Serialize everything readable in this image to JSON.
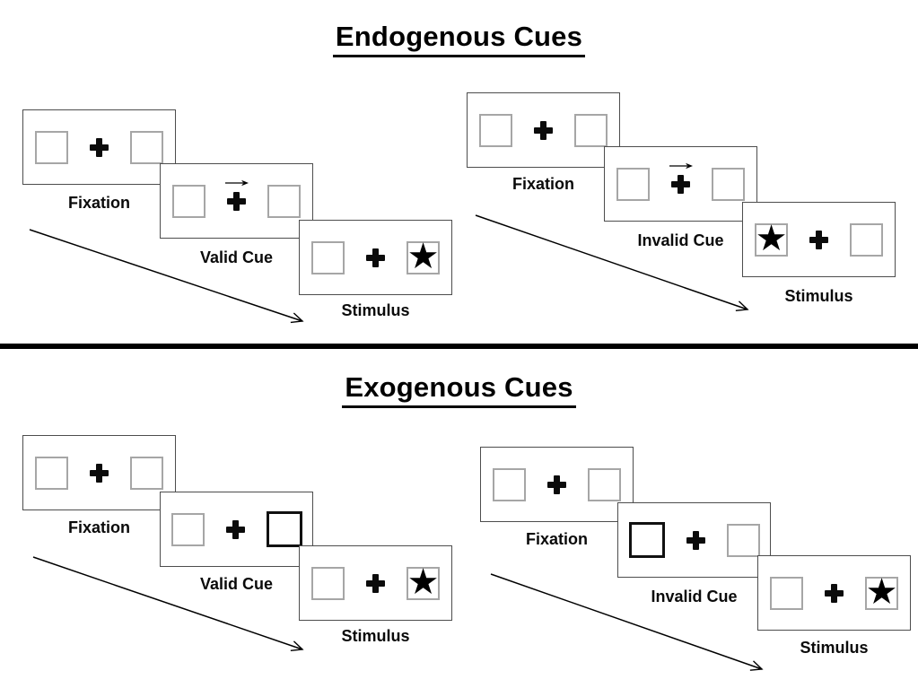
{
  "diagram": {
    "sections": [
      {
        "title": "Endogenous Cues",
        "sequences": [
          {
            "type": "valid-trial",
            "panels": [
              {
                "label": "Fixation",
                "left_box": "empty",
                "center": "fixation-cross",
                "right_box": "empty"
              },
              {
                "label": "Valid Cue",
                "left_box": "empty",
                "center": "fixation-cross-with-right-arrow",
                "right_box": "empty"
              },
              {
                "label": "Stimulus",
                "left_box": "empty",
                "center": "fixation-cross",
                "right_box": "star"
              }
            ]
          },
          {
            "type": "invalid-trial",
            "panels": [
              {
                "label": "Fixation",
                "left_box": "empty",
                "center": "fixation-cross",
                "right_box": "empty"
              },
              {
                "label": "Invalid Cue",
                "left_box": "empty",
                "center": "fixation-cross-with-right-arrow",
                "right_box": "empty"
              },
              {
                "label": "Stimulus",
                "left_box": "star",
                "center": "fixation-cross",
                "right_box": "empty"
              }
            ]
          }
        ]
      },
      {
        "title": "Exogenous Cues",
        "sequences": [
          {
            "type": "valid-trial",
            "panels": [
              {
                "label": "Fixation",
                "left_box": "empty",
                "center": "fixation-cross",
                "right_box": "empty"
              },
              {
                "label": "Valid Cue",
                "left_box": "empty",
                "center": "fixation-cross",
                "right_box": "thick-outline"
              },
              {
                "label": "Stimulus",
                "left_box": "empty",
                "center": "fixation-cross",
                "right_box": "star"
              }
            ]
          },
          {
            "type": "invalid-trial",
            "panels": [
              {
                "label": "Fixation",
                "left_box": "empty",
                "center": "fixation-cross",
                "right_box": "empty"
              },
              {
                "label": "Invalid Cue",
                "left_box": "thick-outline",
                "center": "fixation-cross",
                "right_box": "empty"
              },
              {
                "label": "Stimulus",
                "left_box": "empty",
                "center": "fixation-cross",
                "right_box": "star"
              }
            ]
          }
        ]
      }
    ]
  },
  "icons": {
    "target_star": "★",
    "fixation_cross": "heavy-plus-cross",
    "cue_arrow": "right-arrow"
  },
  "colors": {
    "background": "#ffffff",
    "ink": "#000000",
    "panel_border": "#4d4d4d",
    "box_border": "#a6a6a6",
    "thick_box_border": "#111111"
  }
}
